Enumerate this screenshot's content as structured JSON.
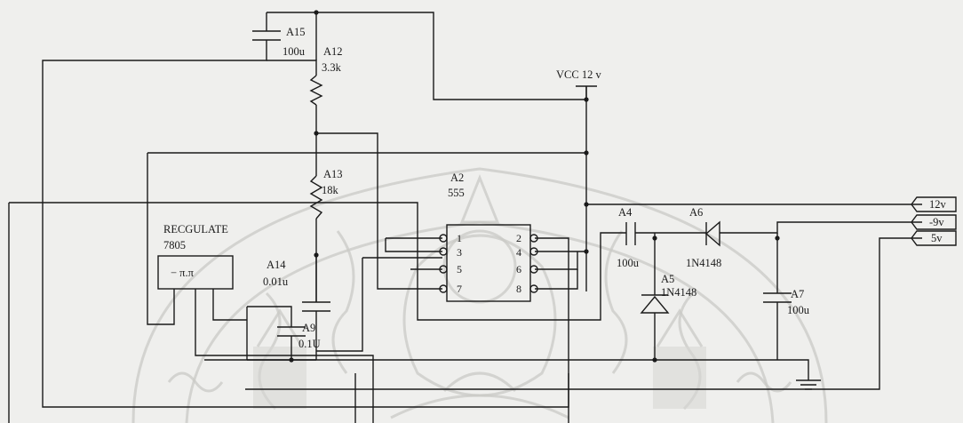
{
  "labels": {
    "a15_name": "A15",
    "a15_value": "100u",
    "a12_name": "A12",
    "a12_value": "3.3k",
    "vcc": "VCC 12 v",
    "a13_name": "A13",
    "a13_value": "18k",
    "a2_name": "A2",
    "a2_value": "555",
    "reg_line1": "RECGULATE",
    "reg_line2": "7805",
    "reg_box_text": "− π.π",
    "a14_name": "A14",
    "a14_value": "0.01u",
    "a9_name": "A9",
    "a9_value": "0.1U",
    "a4_name": "A4",
    "a4_value": "100u",
    "a6_name": "A6",
    "a6_value": "1N4148",
    "a5_name": "A5",
    "a5_value": "1N4148",
    "a7_name": "A7",
    "a7_value": "100u"
  },
  "ic_pins": {
    "left": [
      "1",
      "3",
      "5",
      "7"
    ],
    "right": [
      "2",
      "4",
      "6",
      "8"
    ]
  },
  "outputs": [
    "12v",
    "-9v",
    "5v"
  ]
}
